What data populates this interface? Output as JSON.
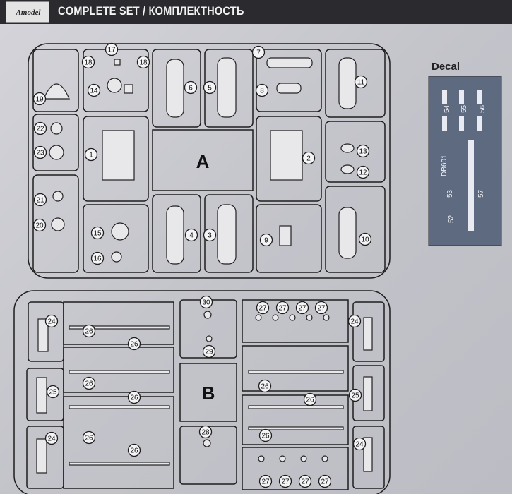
{
  "header": {
    "logo": "Amodel",
    "title": "COMPLETE SET / КОМПЛЕКТНОСТЬ"
  },
  "sprue_a": {
    "letter": "A",
    "part_numbers": [
      "1",
      "2",
      "3",
      "4",
      "5",
      "6",
      "7",
      "8",
      "9",
      "10",
      "11",
      "12",
      "13",
      "14",
      "15",
      "16",
      "17",
      "18",
      "18",
      "19",
      "20",
      "21",
      "22",
      "23"
    ]
  },
  "sprue_b": {
    "letter": "B",
    "part_numbers": [
      "24",
      "24",
      "24",
      "24",
      "25",
      "25",
      "26",
      "26",
      "26",
      "26",
      "26",
      "26",
      "26",
      "26",
      "26",
      "27",
      "27",
      "27",
      "27",
      "27",
      "27",
      "27",
      "27",
      "28",
      "29",
      "30"
    ]
  },
  "decal": {
    "title": "Decal",
    "numbers": [
      "54",
      "55",
      "56",
      "DB601",
      "53",
      "52",
      "57"
    ]
  },
  "colors": {
    "header_bg": "#2b2b2f",
    "paper": "#c9c9cf",
    "decal_sheet": "#5d6a80"
  }
}
